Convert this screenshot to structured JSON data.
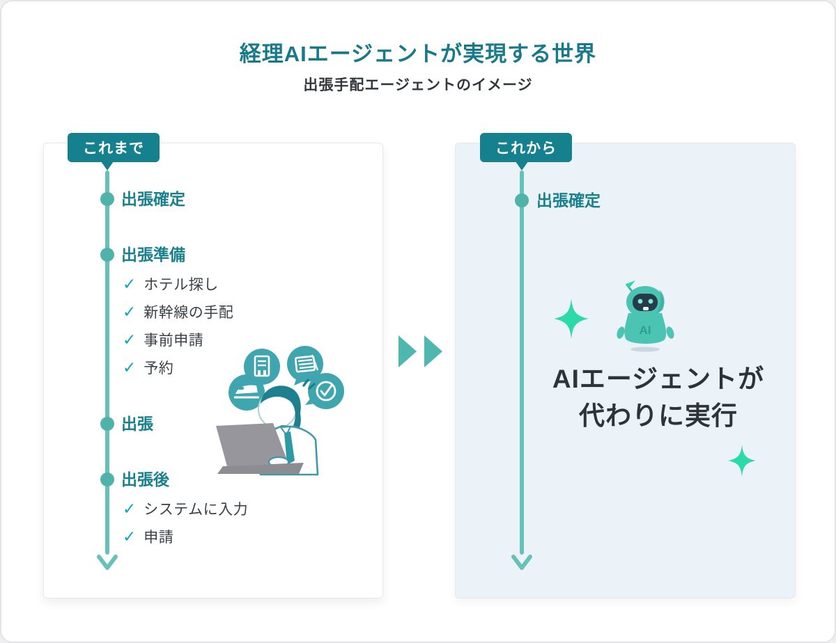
{
  "header": {
    "title": "経理AIエージェントが実現する世界",
    "subtitle": "出張手配エージェントのイメージ"
  },
  "left": {
    "badge": "これまで",
    "milestones": [
      {
        "label": "出張確定",
        "subitems": []
      },
      {
        "label": "出張準備",
        "subitems": [
          "ホテル探し",
          "新幹線の手配",
          "事前申請",
          "予約"
        ]
      },
      {
        "label": "出張",
        "subitems": []
      },
      {
        "label": "出張後",
        "subitems": [
          "システムに入力",
          "申請"
        ]
      }
    ]
  },
  "right": {
    "badge": "これから",
    "milestones": [
      {
        "label": "出張確定"
      }
    ],
    "highlight": {
      "line1": "AIエージェントが",
      "line2": "代わりに実行"
    },
    "robot_label": "AI"
  },
  "ui": {
    "check_glyph": "✓"
  },
  "icons": [
    "hotel-building-icon",
    "calendar-icon",
    "shinkansen-train-icon",
    "check-circle-icon",
    "robot-ai-icon",
    "sparkle-icon",
    "forward-arrows-icon",
    "timeline-arrow-down-icon"
  ],
  "colors": {
    "accent_teal_dark": "#15808E",
    "accent_teal_text": "#19808E",
    "timeline_line": "#66C2B9",
    "timeline_dot": "#4FB3AA",
    "check_teal": "#12A3B5",
    "body_text": "#3A4046",
    "highlight_text": "#2D3339",
    "sparkle_green": "#2BD9A9",
    "right_panel_bg": "#ECF3F8",
    "laptop_gray": "#96969C"
  }
}
